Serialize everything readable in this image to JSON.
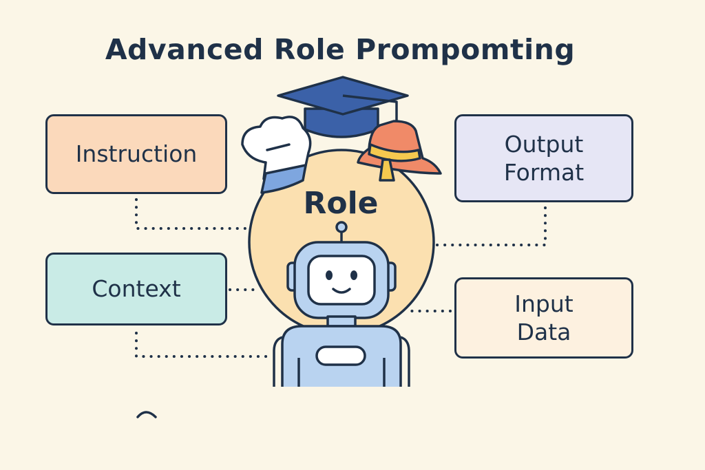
{
  "title": "Advanced Role Prompomting",
  "center": {
    "label": "Role"
  },
  "boxes": {
    "instruction": "Instruction",
    "context": "Context",
    "output": "Output\nFormat",
    "input": "Input\nData"
  },
  "colors": {
    "background": "#fbf6e7",
    "outline": "#1f3148",
    "instruction": "#fbd9bb",
    "context": "#c9ebe6",
    "output": "#e6e6f5",
    "input": "#fdf1e0",
    "role_circle": "#fbe0b0",
    "robot": "#b9d3f0",
    "grad_cap": "#3b61a8",
    "chef_hat": "#ffffff",
    "red_hat": "#f08a68"
  },
  "icons": [
    "graduation-cap-icon",
    "chef-hat-icon",
    "bucket-hat-icon",
    "robot-icon"
  ]
}
